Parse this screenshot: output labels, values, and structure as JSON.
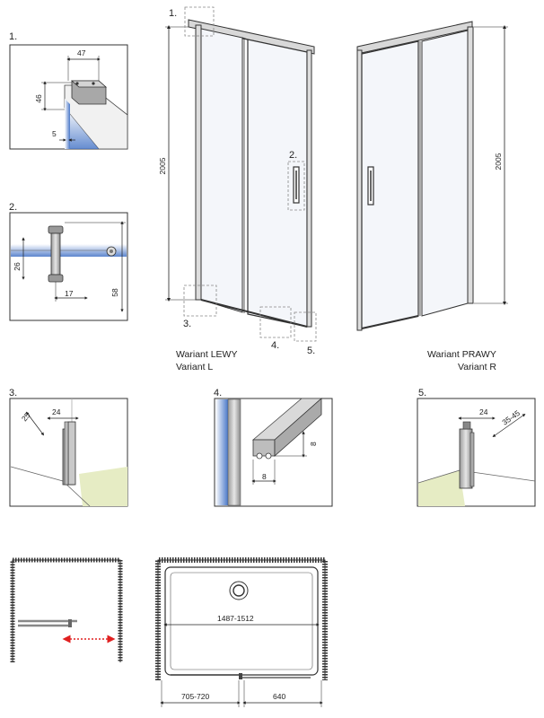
{
  "top": {
    "callout_numbers": [
      "1.",
      "2.",
      "3.",
      "4.",
      "5."
    ],
    "height_left": "2005",
    "height_right": "2005",
    "variant_left": {
      "line1": "Wariant LEWY",
      "line2": "Variant L"
    },
    "variant_right": {
      "line1": "Wariant PRAWY",
      "line2": "Variant R"
    }
  },
  "detail1": {
    "num": "1.",
    "width": "47",
    "height": "46",
    "gap": "5"
  },
  "detail2": {
    "num": "2.",
    "height": "26",
    "offset": "17",
    "total": "58"
  },
  "detail3": {
    "num": "3.",
    "depth": "25",
    "width": "24"
  },
  "detail4": {
    "num": "4.",
    "height": "8",
    "width": "8"
  },
  "detail5": {
    "num": "5.",
    "width": "24",
    "range": "35-45"
  },
  "plan": {
    "inner_width": "1487-1512",
    "left_segment": "705-720",
    "right_segment": "640"
  },
  "colors": {
    "glass": "#4a78c8",
    "floor": "#e6ecc4",
    "frame": "#333333",
    "arrow": "#e02020"
  }
}
